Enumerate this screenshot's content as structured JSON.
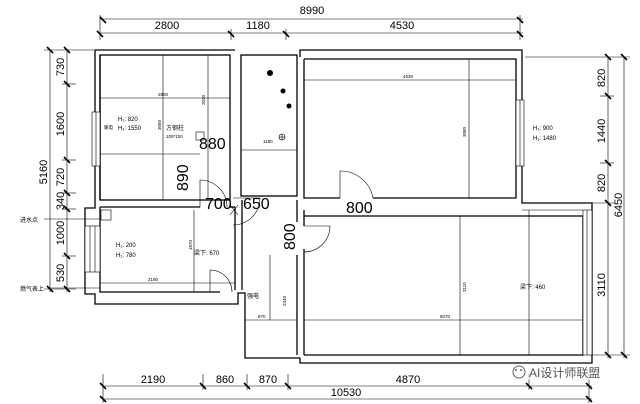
{
  "dims_top": {
    "total": "8990",
    "segments": [
      "2800",
      "1180",
      "4530"
    ]
  },
  "dims_bottom": {
    "total": "10530",
    "segments": [
      "2190",
      "860",
      "870",
      "4870"
    ]
  },
  "dims_left": {
    "total": "5160",
    "segments": [
      "730",
      "1600",
      "720",
      "340",
      "1000",
      "530"
    ]
  },
  "dims_right": {
    "total": "6450",
    "segments": [
      "820",
      "1440",
      "820",
      "3110"
    ]
  },
  "door_labels": [
    "880",
    "890",
    "700",
    "650",
    "800",
    "800"
  ],
  "room_labels": {
    "top_left_width": "2800",
    "top_left_height": "2030",
    "top_left_depth": "3050",
    "window_tl_h": "H₁: 820",
    "window_tl_h1": "H₁: 1550",
    "radiator": "暖电",
    "column_label": "方钢柱",
    "column_size": "100*100",
    "bath_width": "1180",
    "top_right_width": "4530",
    "top_right_height": "3080",
    "window_tr_h": "H₁: 900",
    "window_tr_h1": "H₁: 1480",
    "water_inlet": "进水点",
    "gas_meter": "燃气表上",
    "kitchen_h": "H₁: 200",
    "kitchen_h1": "H₁: 780",
    "kitchen_height": "1870",
    "kitchen_width": "2190",
    "beam_1": "梁下: 670",
    "strong_power": "强电",
    "corridor_height": "2340",
    "corridor_width": "870",
    "living_width": "6070",
    "living_height": "3110",
    "beam_2": "梁下: 460"
  },
  "watermark": "AI设计师联盟"
}
